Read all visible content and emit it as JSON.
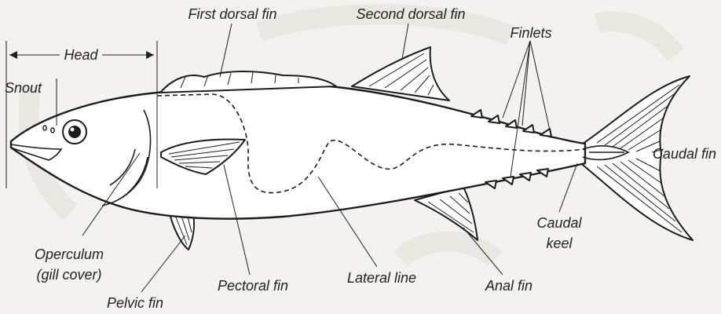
{
  "labels": {
    "head": "Head",
    "snout": "Snout",
    "first_dorsal_fin": "First dorsal fin",
    "second_dorsal_fin": "Second dorsal fin",
    "finlets": "Finlets",
    "caudal_fin": "Caudal fin",
    "caudal_keel_line1": "Caudal",
    "caudal_keel_line2": "keel",
    "operculum_line1": "Operculum",
    "operculum_line2": "(gill cover)",
    "pelvic_fin": "Pelvic fin",
    "pectoral_fin": "Pectoral fin",
    "lateral_line": "Lateral line",
    "anal_fin": "Anal fin"
  }
}
